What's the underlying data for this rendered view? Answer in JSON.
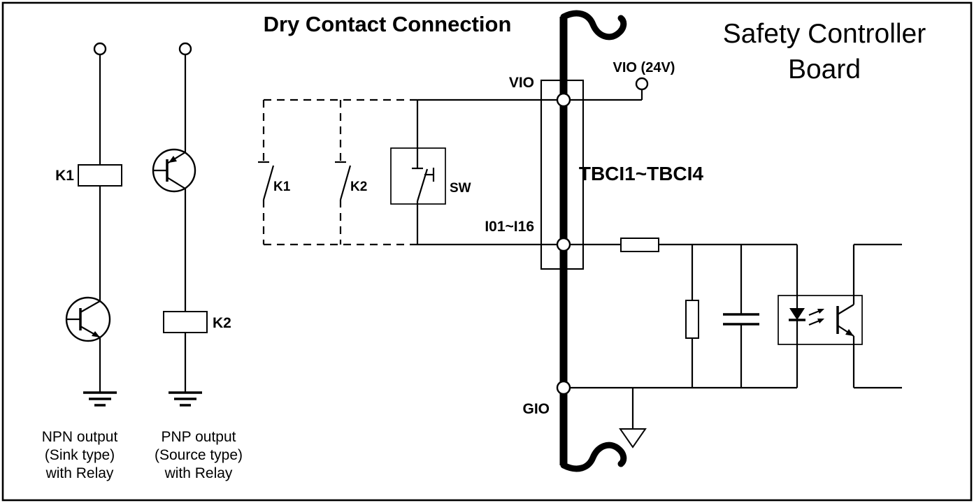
{
  "diagram": {
    "title": "Dry Contact Connection",
    "board_title_line1": "Safety Controller",
    "board_title_line2": "Board",
    "colors": {
      "line": "#000000",
      "background": "#ffffff"
    },
    "labels": {
      "relay_k1": "K1",
      "relay_k2": "K2",
      "contact_k1": "K1",
      "contact_k2": "K2",
      "switch": "SW",
      "vio": "VIO",
      "vio_24v": "VIO (24V)",
      "tbci": "TBCI1~TBCI4",
      "inputs": "I01~I16",
      "gio": "GIO"
    },
    "legend": {
      "npn": [
        "NPN output",
        "(Sink type)",
        "with Relay"
      ],
      "pnp": [
        "PNP output",
        "(Source type)",
        "with Relay"
      ]
    }
  }
}
